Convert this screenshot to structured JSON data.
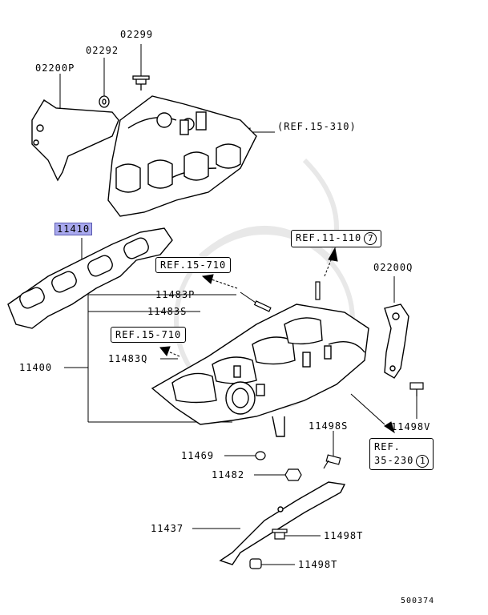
{
  "labels": {
    "p02299": "02299",
    "p02292": "02292",
    "p02200P": "02200P",
    "ref_15_310": "(REF.15-310)",
    "p11410": "11410",
    "ref_11_110_text": "REF.11-110",
    "ref_11_110_num": "7",
    "ref_15_710_a": "REF.15-710",
    "p02200Q": "02200Q",
    "p11483P": "11483P",
    "p11483S": "11483S",
    "ref_15_710_b": "REF.15-710",
    "p11483Q": "11483Q",
    "p11400": "11400",
    "p11498V": "11498V",
    "p11498S": "11498S",
    "ref_35_230_line1": "REF.",
    "ref_35_230_line2": "35-230",
    "ref_35_230_num": "1",
    "p11469": "11469",
    "p11482": "11482",
    "p11437": "11437",
    "p11498T_a": "11498T",
    "p11498T_b": "11498T",
    "diagram_id": "500374"
  },
  "colors": {
    "line": "#000000",
    "highlight": "#a9a9ee",
    "watermark": "#e6e6e6"
  },
  "highlighted_part": "11410"
}
